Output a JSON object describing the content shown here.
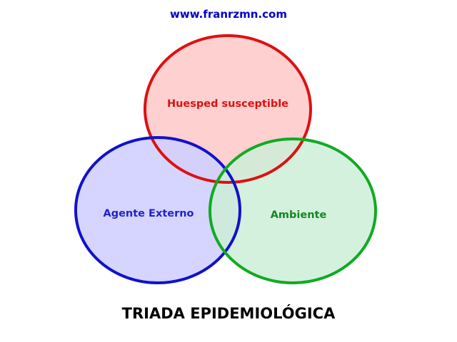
{
  "header": {
    "url": "www.franrzmn.com"
  },
  "diagram": {
    "sets": [
      {
        "key": "host",
        "label": "Huesped susceptible",
        "stroke": "#dd1111",
        "fill": "#ffd6d6",
        "text_color": "#dd1111"
      },
      {
        "key": "agent",
        "label": "Agente Externo",
        "stroke": "#1111cc",
        "fill": "#d0d0ff",
        "text_color": "#2222cc"
      },
      {
        "key": "environment",
        "label": "Ambiente",
        "stroke": "#11aa22",
        "fill": "#d0f0d8",
        "text_color": "#118822"
      }
    ]
  },
  "footer": {
    "title": "TRIADA EPIDEMIOLÓGICA"
  }
}
